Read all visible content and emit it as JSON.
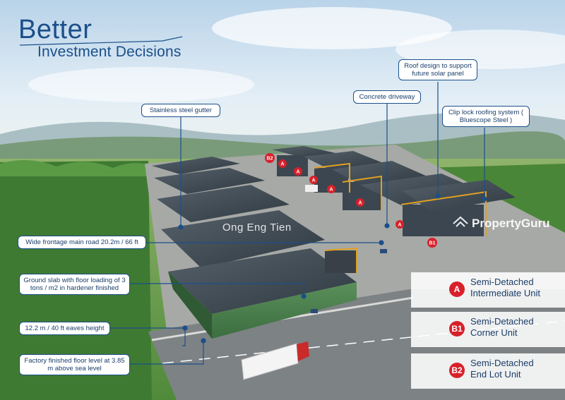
{
  "headline": {
    "line1": "Better",
    "line2": "Investment Decisions"
  },
  "callouts": {
    "roof_solar": "Roof design to support future solar panel",
    "driveway": "Concrete driveway",
    "gutter": "Stainless steel gutter",
    "roofing": "Clip lock roofing system ( Bluescope Steel )",
    "frontage": "Wide frontage main road 20.2m / 66 ft",
    "ground_slab": "Ground slab with floor loading of 3 tons / m2 in hardener finished",
    "eaves": "12.2 m / 40 ft eaves height",
    "floor_level": "Factory finished floor level at 3.85 m above sea level"
  },
  "legend": [
    {
      "badge": "A",
      "line1": "Semi-Detached",
      "line2": "Intermediate Unit"
    },
    {
      "badge": "B1",
      "line1": "Semi-Detached",
      "line2": "Corner Unit"
    },
    {
      "badge": "B2",
      "line1": "Semi-Detached",
      "line2": "End Lot Unit"
    }
  ],
  "markers": {
    "a": "A",
    "b1": "B1",
    "b2": "B2"
  },
  "watermark": {
    "agent": "Ong Eng Tien",
    "brand": "PropertyGuru"
  },
  "colors": {
    "accent": "#1b4f8a",
    "badge": "#d8202a",
    "roof": "#3e4a54",
    "accent_trim": "#e0a020"
  }
}
